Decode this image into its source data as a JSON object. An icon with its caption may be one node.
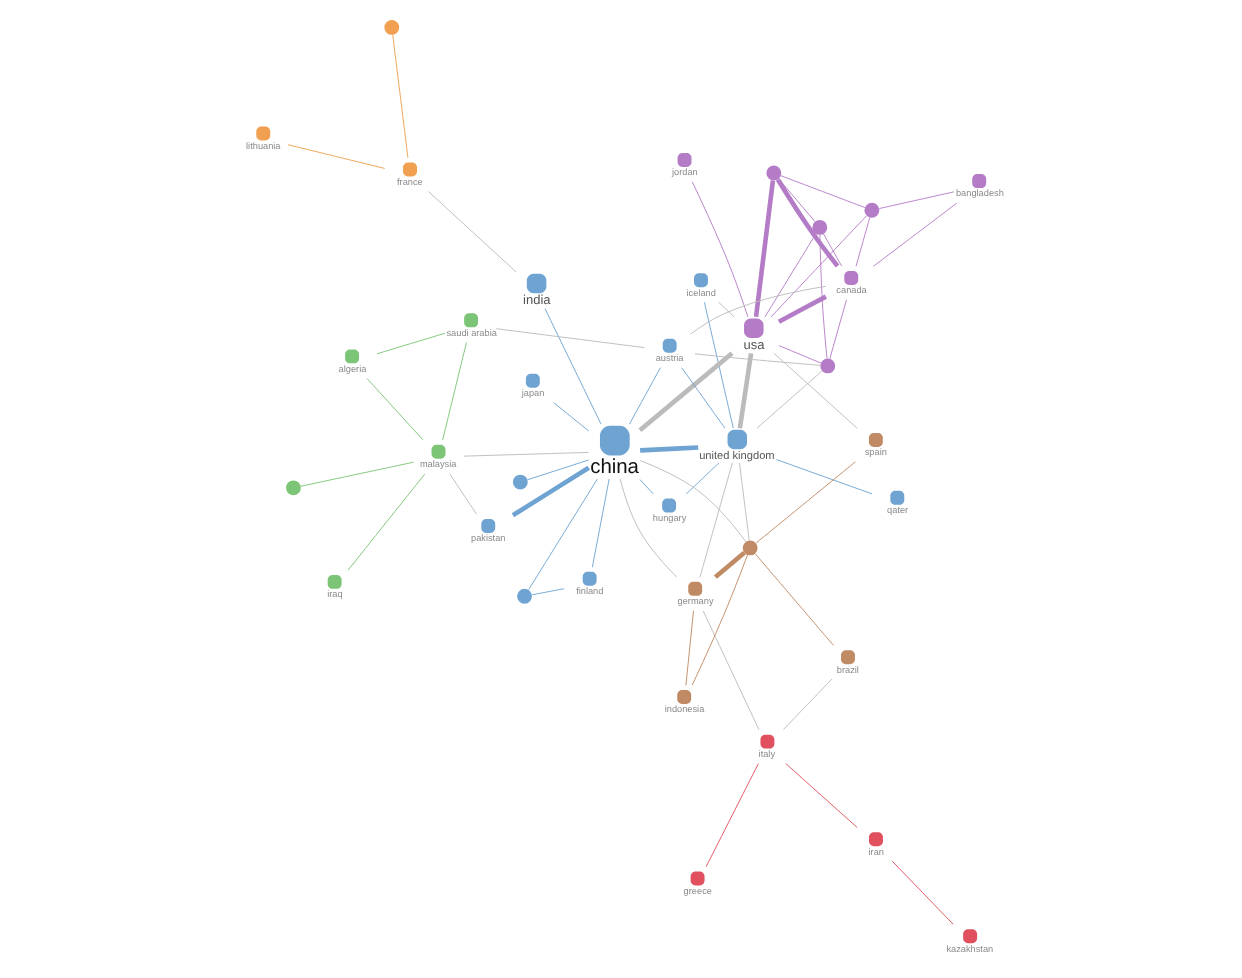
{
  "diagram": {
    "nodes": [
      {
        "text": [
          "greece"
        ]
      },
      {
        "text": [
          "kazakhstan"
        ]
      },
      {
        "text": [
          "qater"
        ]
      },
      {
        "text": [
          "iceland"
        ]
      },
      {
        "text": [
          "italy"
        ]
      },
      {
        "text": [
          "iran"
        ]
      },
      {
        "text": [
          "germany"
        ]
      },
      {
        "text": [
          "hungary"
        ]
      },
      {
        "text": [
          "indonesia"
        ]
      },
      {
        "text": [
          "finland"
        ]
      },
      {
        "text": [],
        "shape": "circle"
      },
      {
        "text": [
          "japan"
        ]
      },
      {
        "text": [
          "brazil"
        ]
      },
      {
        "text": [],
        "shape": "circle"
      },
      {
        "text": [
          "united kingdom"
        ]
      },
      {
        "text": [
          "spain"
        ]
      },
      {
        "text": [
          "iraq"
        ]
      },
      {
        "text": [
          "malaysia"
        ]
      },
      {
        "text": [],
        "shape": "circle"
      },
      {
        "text": [
          "china"
        ]
      },
      {
        "text": [],
        "shape": "circle"
      },
      {
        "text": [
          "pakistan"
        ]
      },
      {
        "text": [
          "jordan"
        ]
      },
      {
        "text": [],
        "shape": "circle"
      },
      {
        "text": [
          "usa"
        ]
      },
      {
        "text": [
          "austria"
        ]
      },
      {
        "text": [
          "saudi arabia"
        ]
      },
      {
        "text": [
          "india"
        ]
      },
      {
        "text": [
          "algeria"
        ]
      },
      {
        "text": [
          "canada"
        ]
      },
      {
        "text": [],
        "shape": "circle"
      },
      {
        "text": [],
        "shape": "circle"
      },
      {
        "text": [],
        "shape": "circle"
      },
      {
        "text": [
          "france"
        ]
      },
      {
        "text": [
          "bangladesh"
        ]
      },
      {
        "text": [
          "lithuania"
        ]
      },
      {
        "text": [],
        "shape": "circle"
      }
    ],
    "edges": [
      {
        "from": 0,
        "to": 4,
        "arrow": "none",
        "color": "#e0505e"
      },
      {
        "from": 4,
        "to": 5,
        "arrow": "none",
        "color": "#e0505e"
      },
      {
        "from": 5,
        "to": 1,
        "arrow": "none",
        "color": "#e0505e"
      },
      {
        "from": 6,
        "to": 4,
        "arrow": "none",
        "color": "#bbbbbb"
      },
      {
        "from": 4,
        "to": 12,
        "arrow": "none",
        "color": "#bbbbbb"
      },
      {
        "from": 6,
        "to": 8,
        "arrow": "none",
        "color": "#c08a64"
      },
      {
        "from": 6,
        "to": 13,
        "arrow": "none",
        "style": "thick",
        "color": "#c08a64"
      },
      {
        "from": 13,
        "to": 8,
        "arrow": "none",
        "color": "#c08a64"
      },
      {
        "from": 13,
        "to": 12,
        "arrow": "none",
        "color": "#c08a64"
      },
      {
        "from": 13,
        "to": 15,
        "arrow": "none",
        "color": "#c08a64"
      },
      {
        "from": 14,
        "to": 13,
        "arrow": "none",
        "color": "#bbbbbb"
      },
      {
        "from": 14,
        "to": 6,
        "arrow": "none",
        "color": "#bbbbbb"
      },
      {
        "from": 19,
        "to": 6,
        "arrow": "none",
        "color": "#bbbbbb"
      },
      {
        "from": 19,
        "to": 13,
        "arrow": "none",
        "color": "#bbbbbb"
      },
      {
        "from": 2,
        "to": 14,
        "arrow": "none",
        "color": "#6fa3d2"
      },
      {
        "from": 3,
        "to": 14,
        "arrow": "none",
        "color": "#6fa3d2"
      },
      {
        "from": 3,
        "to": 24,
        "arrow": "none",
        "color": "#bbbbbb"
      },
      {
        "from": 7,
        "to": 14,
        "arrow": "none",
        "color": "#6fa3d2"
      },
      {
        "from": 7,
        "to": 19,
        "arrow": "none",
        "color": "#6fa3d2"
      },
      {
        "from": 9,
        "to": 19,
        "arrow": "none",
        "color": "#6fa3d2"
      },
      {
        "from": 10,
        "to": 9,
        "arrow": "none",
        "color": "#6fa3d2"
      },
      {
        "from": 10,
        "to": 19,
        "arrow": "none",
        "color": "#6fa3d2"
      },
      {
        "from": 11,
        "to": 19,
        "arrow": "none",
        "color": "#6fa3d2"
      },
      {
        "from": 19,
        "to": 14,
        "arrow": "none",
        "style": "thick",
        "color": "#6fa3d2"
      },
      {
        "from": 19,
        "to": 21,
        "arrow": "none",
        "style": "thick",
        "color": "#6fa3d2"
      },
      {
        "from": 19,
        "to": 24,
        "arrow": "none",
        "style": "thick",
        "color": "#bbbbbb"
      },
      {
        "from": 14,
        "to": 24,
        "arrow": "none",
        "style": "thick",
        "color": "#bbbbbb"
      },
      {
        "from": 19,
        "to": 17,
        "arrow": "none",
        "color": "#bbbbbb"
      },
      {
        "from": 19,
        "to": 20,
        "arrow": "none",
        "color": "#6fa3d2"
      },
      {
        "from": 19,
        "to": 27,
        "arrow": "none",
        "color": "#6fa3d2"
      },
      {
        "from": 19,
        "to": 25,
        "arrow": "none",
        "color": "#6fa3d2"
      },
      {
        "from": 21,
        "to": 17,
        "arrow": "none",
        "color": "#bbbbbb"
      },
      {
        "from": 16,
        "to": 17,
        "arrow": "none",
        "color": "#7cc576"
      },
      {
        "from": 18,
        "to": 17,
        "arrow": "none",
        "color": "#7cc576"
      },
      {
        "from": 17,
        "to": 26,
        "arrow": "none",
        "color": "#7cc576"
      },
      {
        "from": 17,
        "to": 28,
        "arrow": "none",
        "color": "#7cc576"
      },
      {
        "from": 28,
        "to": 26,
        "arrow": "none",
        "color": "#7cc576"
      },
      {
        "from": 26,
        "to": 25,
        "arrow": "none",
        "color": "#bbbbbb"
      },
      {
        "from": 27,
        "to": 33,
        "arrow": "none",
        "color": "#bbbbbb"
      },
      {
        "from": 33,
        "to": 35,
        "arrow": "none",
        "color": "#f0a050"
      },
      {
        "from": 33,
        "to": 36,
        "arrow": "none",
        "color": "#f0a050"
      },
      {
        "from": 24,
        "to": 22,
        "arrow": "none",
        "color": "#b47cc7"
      },
      {
        "from": 24,
        "to": 23,
        "arrow": "none",
        "color": "#b47cc7"
      },
      {
        "from": 24,
        "to": 31,
        "arrow": "none",
        "style": "thick",
        "color": "#b47cc7"
      },
      {
        "from": 24,
        "to": 29,
        "arrow": "none",
        "style": "thick",
        "color": "#b47cc7"
      },
      {
        "from": 24,
        "to": 30,
        "arrow": "none",
        "color": "#b47cc7"
      },
      {
        "from": 24,
        "to": 32,
        "arrow": "none",
        "color": "#b47cc7"
      },
      {
        "from": 24,
        "to": 15,
        "arrow": "none",
        "color": "#bbbbbb"
      },
      {
        "from": 23,
        "to": 25,
        "arrow": "none",
        "color": "#bbbbbb"
      },
      {
        "from": 23,
        "to": 29,
        "arrow": "none",
        "color": "#b47cc7"
      },
      {
        "from": 23,
        "to": 32,
        "arrow": "none",
        "color": "#b47cc7"
      },
      {
        "from": 23,
        "to": 14,
        "arrow": "none",
        "color": "#bbbbbb"
      },
      {
        "from": 29,
        "to": 30,
        "arrow": "none",
        "color": "#b47cc7"
      },
      {
        "from": 29,
        "to": 31,
        "arrow": "none",
        "style": "thick",
        "color": "#b47cc7"
      },
      {
        "from": 29,
        "to": 32,
        "arrow": "none",
        "color": "#b47cc7"
      },
      {
        "from": 30,
        "to": 31,
        "arrow": "none",
        "color": "#b47cc7"
      },
      {
        "from": 30,
        "to": 34,
        "arrow": "none",
        "color": "#b47cc7"
      },
      {
        "from": 29,
        "to": 34,
        "arrow": "none",
        "color": "#b47cc7"
      },
      {
        "from": 31,
        "to": 32,
        "arrow": "none",
        "color": "#b47cc7"
      },
      {
        "from": 25,
        "to": 29,
        "arrow": "none",
        "color": "#bbbbbb"
      },
      {
        "from": 25,
        "to": 14,
        "arrow": "none",
        "color": "#6fa3d2"
      }
    ]
  }
}
